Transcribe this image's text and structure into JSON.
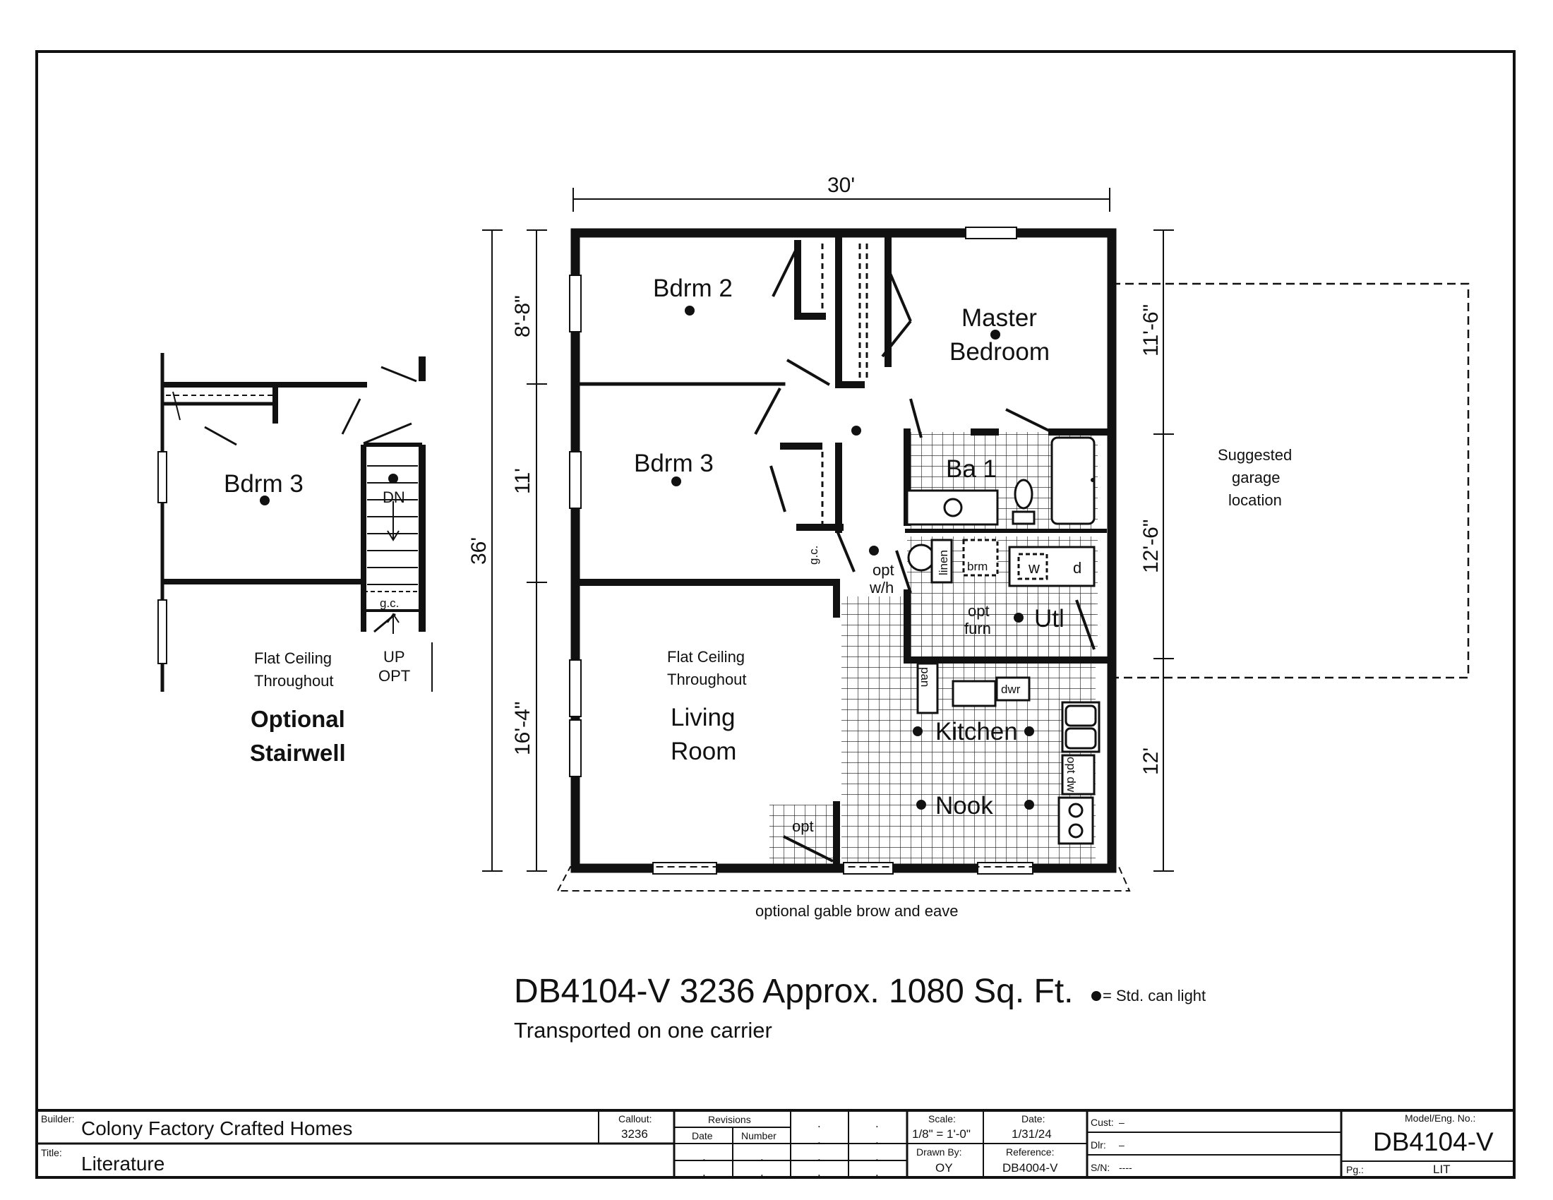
{
  "dimensions": {
    "width_overall": "30'",
    "depth_overall": "36'",
    "left": [
      "8'-8\"",
      "11'",
      "16'-4\""
    ],
    "right": [
      "11'-6\"",
      "12'-6\"",
      "12'"
    ]
  },
  "rooms": {
    "bdrm2": "Bdrm 2",
    "bdrm3": "Bdrm 3",
    "master_line1": "Master",
    "master_line2": "Bedroom",
    "ba1": "Ba 1",
    "utl": "Utl",
    "kitchen": "Kitchen",
    "nook": "Nook",
    "living_line1": "Living",
    "living_line2": "Room",
    "flat_ceiling_line1": "Flat Ceiling",
    "flat_ceiling_line2": "Throughout"
  },
  "fixtures": {
    "gc": "g.c.",
    "linen": "linen",
    "brm": "brm",
    "washer": "w",
    "dryer": "d",
    "opt_wh_line1": "opt",
    "opt_wh_line2": "w/h",
    "opt_furn_line1": "opt",
    "opt_furn_line2": "furn",
    "pan": "pan",
    "dwr": "dwr",
    "opt_dw": "opt dw",
    "opt": "opt"
  },
  "garage": {
    "line1": "Suggested",
    "line2": "garage",
    "line3": "location"
  },
  "eave_note": "optional gable  brow and eave",
  "stairwell": {
    "room": "Bdrm 3",
    "dn": "DN",
    "gc": "g.c.",
    "up": "UP",
    "opt": "OPT",
    "flat_line1": "Flat Ceiling",
    "flat_line2": "Throughout",
    "title_line1": "Optional",
    "title_line2": "Stairwell"
  },
  "plan_title": "DB4104-V 3236 Approx. 1080 Sq. Ft.",
  "plan_subtitle": "Transported on one carrier",
  "legend": "= Std. can light",
  "title_block": {
    "builder_label": "Builder:",
    "builder": "Colony Factory Crafted Homes",
    "title_label": "Title:",
    "title": "Literature",
    "callout_label": "Callout:",
    "callout": "3236",
    "revisions_label": "Revisions",
    "date_col": "Date",
    "number_col": "Number",
    "dot": ".",
    "scale_label": "Scale:",
    "scale": "1/8\" = 1'-0\"",
    "date_label": "Date:",
    "date": "1/31/24",
    "drawn_by_label": "Drawn By:",
    "drawn_by": "OY",
    "reference_label": "Reference:",
    "reference": "DB4004-V",
    "cust_label": "Cust:",
    "cust": "–",
    "dlr_label": "Dlr:",
    "dlr": "–",
    "sn_label": "S/N:",
    "sn": "----",
    "model_label": "Model/Eng. No.:",
    "model": "DB4104-V",
    "pg_label": "Pg.:",
    "pg": "LIT"
  },
  "colors": {
    "ink": "#111111",
    "paper": "#ffffff"
  }
}
